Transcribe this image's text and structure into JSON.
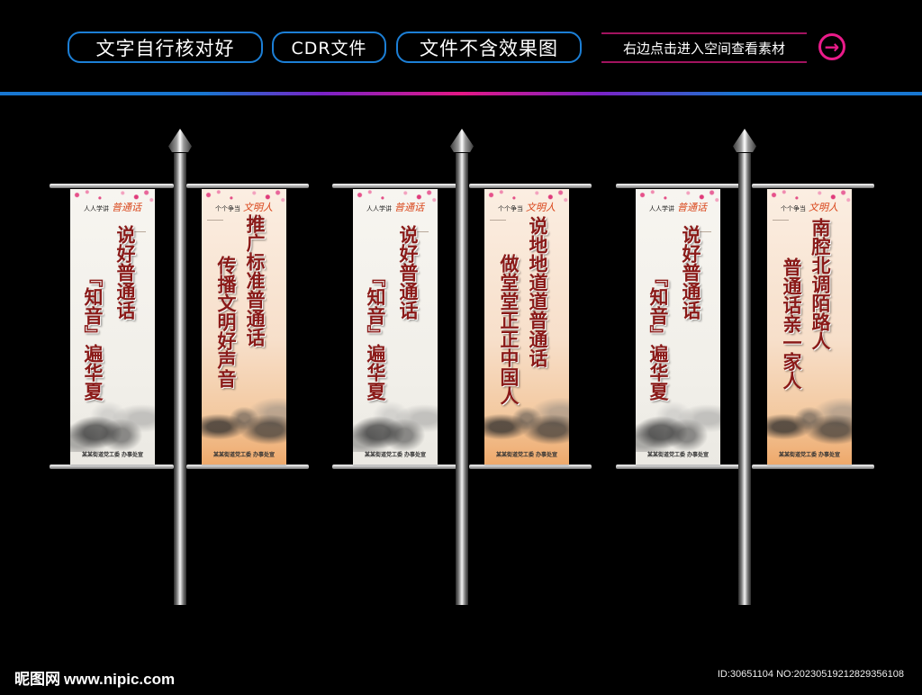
{
  "header": {
    "tags": [
      {
        "label": "文字自行核对好"
      },
      {
        "label": "CDR文件"
      },
      {
        "label": "文件不含效果图"
      }
    ],
    "link_text": "右边点击进入空间查看素材",
    "arrow_icon": "→",
    "colors": {
      "tag_border": "#1c7fd6",
      "link_accent": "#ea1b8a",
      "divider_center": "#e41886",
      "divider_edge": "#1877d0"
    }
  },
  "displays": [
    {
      "left_banner": {
        "theme": "white",
        "top_slogan": "人人学讲",
        "top_script": "普通话",
        "col_right": "说好普通话",
        "col_left": "『知音』遍华夏",
        "footer": "某某街道党工委  办事处宣"
      },
      "right_banner": {
        "theme": "peach",
        "top_slogan": "个个争当",
        "top_script": "文明人",
        "col_right": "推广标准普通话",
        "col_left": "传播文明好声音",
        "footer": "某某街道党工委  办事处宣"
      }
    },
    {
      "left_banner": {
        "theme": "white",
        "top_slogan": "人人学讲",
        "top_script": "普通话",
        "col_right": "说好普通话",
        "col_left": "『知音』遍华夏",
        "footer": "某某街道党工委  办事处宣"
      },
      "right_banner": {
        "theme": "peach",
        "top_slogan": "个个争当",
        "top_script": "文明人",
        "col_right": "说地地道道普通话",
        "col_left": "做堂堂正正中国人",
        "footer": "某某街道党工委  办事处宣"
      }
    },
    {
      "left_banner": {
        "theme": "white",
        "top_slogan": "人人学讲",
        "top_script": "普通话",
        "col_right": "说好普通话",
        "col_left": "『知音』遍华夏",
        "footer": "某某街道党工委  办事处宣"
      },
      "right_banner": {
        "theme": "peach",
        "top_slogan": "个个争当",
        "top_script": "文明人",
        "col_right": "南腔北调陌路人",
        "col_left": "普通话亲一家人",
        "footer": "某某街道党工委  办事处宣"
      }
    }
  ],
  "watermark": {
    "brand": "昵图网",
    "site": "www.nipic.com",
    "id_text": "ID:30651104 NO:20230519212829356108"
  }
}
